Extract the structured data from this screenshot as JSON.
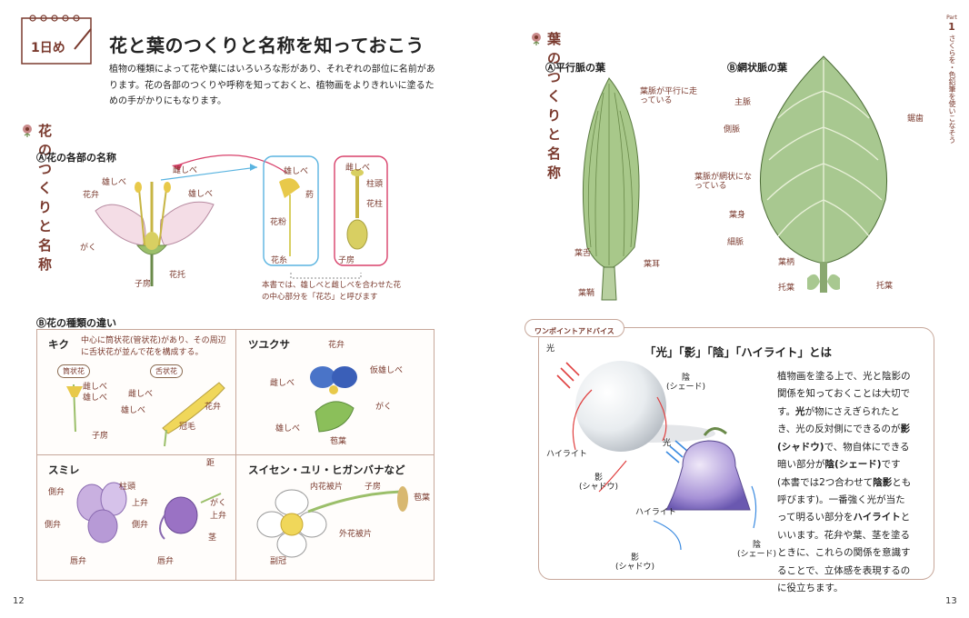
{
  "left": {
    "day_badge": "1日め",
    "title": "花と葉のつくりと名称を知っておこう",
    "intro": "植物の種類によって花や葉にはいろいろな形があり、それぞれの部位に名前があります。花の各部のつくりや呼称を知っておくと、植物画をよりきれいに塗るための手がかりにもなります。",
    "section_heading": "花のつくりと名称",
    "subsection_a": "Ⓐ花の各部の名称",
    "parts": {
      "meshibe_top": "雌しべ",
      "oshibe_left": "雄しべ",
      "kaben": "花弁",
      "oshibe_right": "雄しべ",
      "gaku": "がく",
      "shibo": "子房",
      "kataku": "花托",
      "meshibe_blue": "雄しべ",
      "yaku": "葯",
      "kafun": "花粉",
      "kashi": "花糸",
      "meshibe_red": "雌しべ",
      "chutou": "柱頭",
      "kachuu": "花柱",
      "shibo_red": "子房"
    },
    "note": "本書では、雄しべと雌しべを合わせた花の中心部分を「花芯」と呼びます",
    "subsection_b": "Ⓑ花の種類の違い",
    "cells": {
      "kiku": {
        "title": "キク",
        "note": "中心に筒状花(管状花)があり、その周辺に舌状花が並んで花を構成する。",
        "badge1": "筒状花",
        "badge2": "舌状花",
        "labels": [
          "雌しべ",
          "雄しべ",
          "子房",
          "雌しべ",
          "雄しべ",
          "花弁",
          "冠毛"
        ]
      },
      "tsuyukusa": {
        "title": "ツユクサ",
        "labels": [
          "花弁",
          "雌しべ",
          "仮雄しべ",
          "雄しべ",
          "がく",
          "苞葉"
        ]
      },
      "sumire": {
        "title": "スミレ",
        "labels": [
          "側弁",
          "柱頭",
          "上弁",
          "側弁",
          "唇弁",
          "距",
          "がく",
          "上弁",
          "側弁",
          "唇弁",
          "茎"
        ]
      },
      "suisen": {
        "title": "スイセン・ユリ・ヒガンバナなど",
        "labels": [
          "内花被片",
          "子房",
          "苞葉",
          "外花被片",
          "副冠"
        ]
      }
    },
    "page_number": "12"
  },
  "right": {
    "section_heading": "葉のつくりと名称",
    "leaf_a": "Ⓐ平行脈の葉",
    "leaf_b": "Ⓑ網状脈の葉",
    "leaf_a_labels": {
      "note": "葉脈が平行に走っている",
      "youzetsu": "葉舌",
      "youji": "葉耳",
      "youshou": "葉鞘"
    },
    "leaf_b_labels": {
      "shumyaku": "主脈",
      "sokumyaku": "側脈",
      "note": "葉脈が網状になっている",
      "kyoshi": "鋸歯",
      "youshin": "葉身",
      "saimyaku": "細脈",
      "youhei": "葉柄",
      "takuyou1": "托葉",
      "takuyou2": "托葉"
    },
    "part_label": {
      "word": "Part",
      "number": "1",
      "text": "さくらを・色鉛筆を使いこなそう"
    },
    "advice": {
      "tab": "ワンポイントアドバイス",
      "title": "「光」「影」「陰」「ハイライト」とは",
      "sphere_labels": {
        "hikari": "光",
        "kage": "陰\n(シェード)",
        "highlight": "ハイライト",
        "shadow": "影\n(シャドウ)"
      },
      "bell_labels": {
        "hikari": "光",
        "highlight": "ハイライト",
        "kage": "陰\n(シェード)",
        "shadow": "影\n(シャドウ)"
      },
      "paragraph": [
        {
          "t": "植物画を塗る上で、光と陰影の関係を知っておくことは大切です。"
        },
        {
          "t": "光",
          "b": true
        },
        {
          "t": "が物にさえぎられたとき、光の反対側にできるのが"
        },
        {
          "t": "影(シャドウ)",
          "b": true
        },
        {
          "t": "で、物自体にできる暗い部分が"
        },
        {
          "t": "陰(シェード)",
          "b": true
        },
        {
          "t": "です(本書では2つ合わせて"
        },
        {
          "t": "陰影",
          "b": true
        },
        {
          "t": "とも呼びます)。一番強く光が当たって明るい部分を"
        },
        {
          "t": "ハイライト",
          "b": true
        },
        {
          "t": "といいます。花弁や葉、茎を塗るときに、これらの関係を意識することで、立体感を表現するのに役立ちます。"
        }
      ]
    },
    "page_number": "13"
  },
  "colors": {
    "accent_brown": "#7a3a2e",
    "blue_box": "#5ab4e0",
    "pink_box": "#d8406a",
    "advice_border": "#c7a79a"
  }
}
